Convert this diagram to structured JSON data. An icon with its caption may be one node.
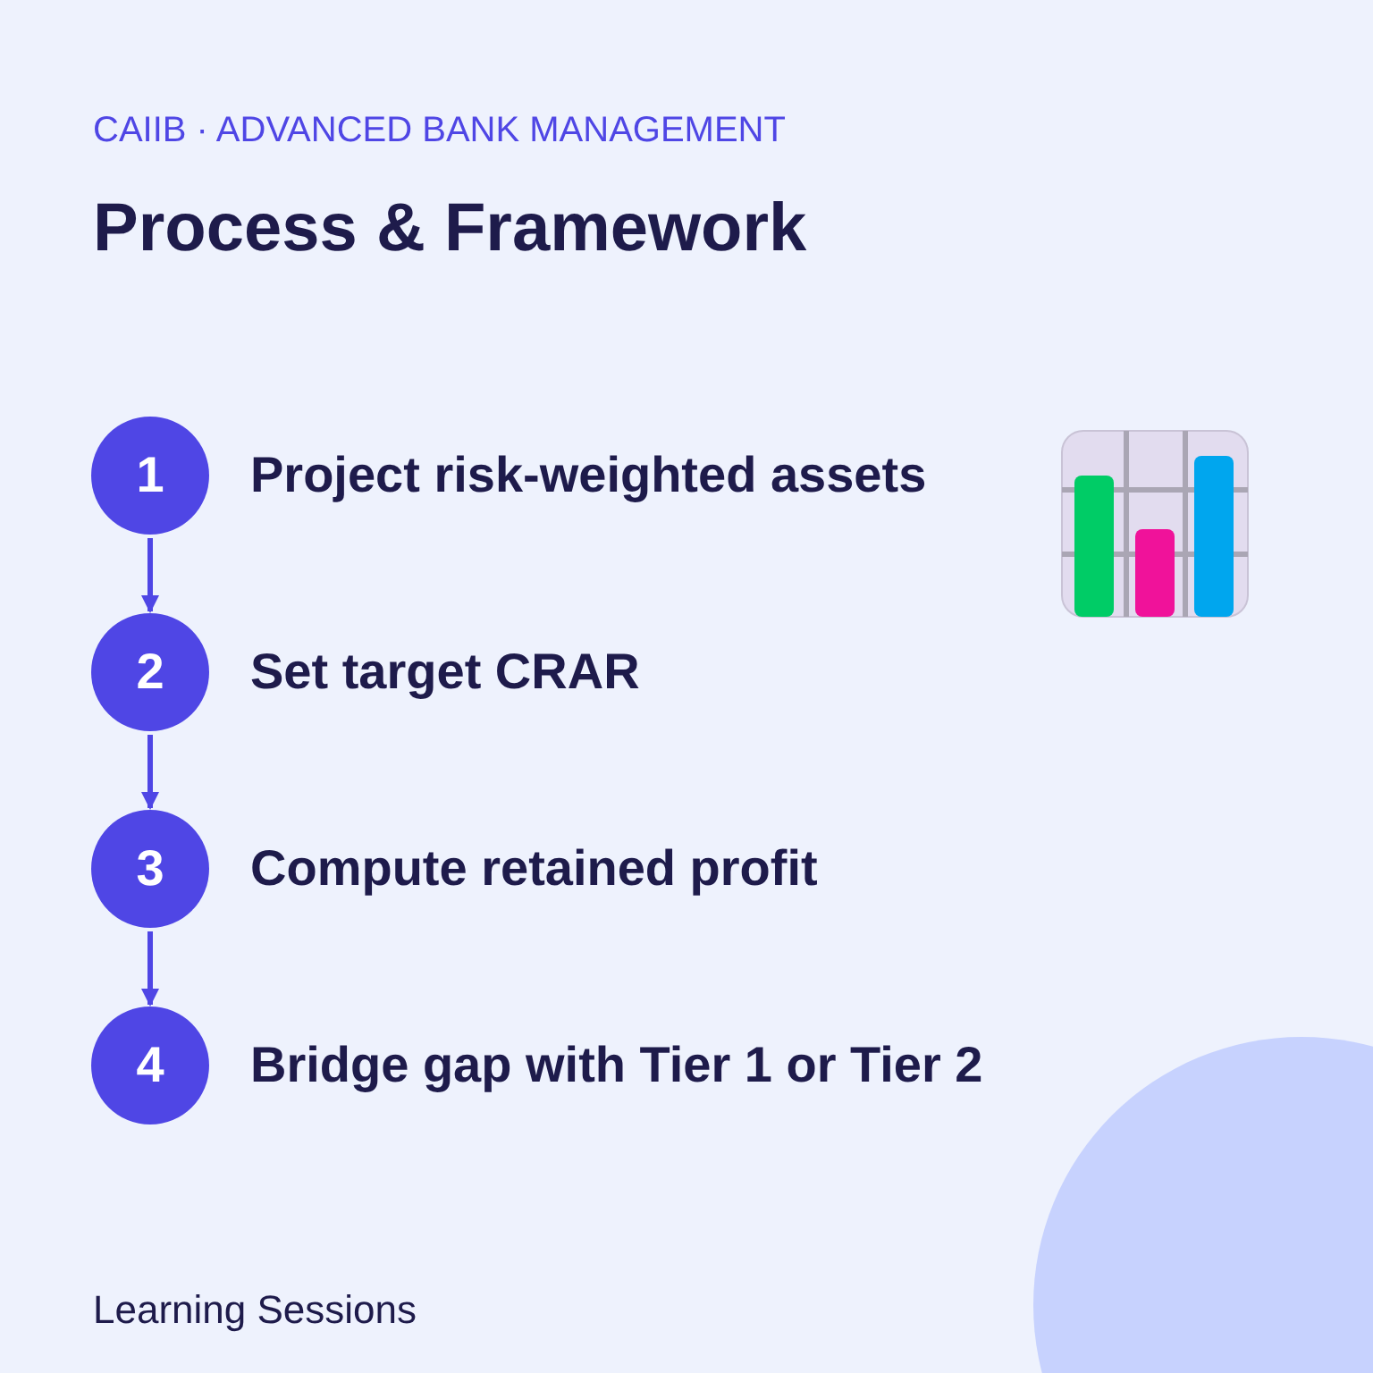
{
  "diagram": {
    "title": "Process & Framework",
    "nodes": [
      {
        "text": [
          "1"
        ],
        "beside": [
          "Project risk-weighted assets"
        ]
      },
      {
        "text": [
          "2"
        ],
        "beside": [
          "Set target CRAR"
        ]
      },
      {
        "text": [
          "3"
        ],
        "beside": [
          "Compute retained profit"
        ]
      },
      {
        "text": [
          "4"
        ],
        "beside": [
          "Bridge gap with Tier 1 or Tier 2"
        ]
      }
    ],
    "edges": [
      {
        "from": 0,
        "to": 1,
        "arrow": "to"
      },
      {
        "from": 1,
        "to": 2,
        "arrow": "to"
      },
      {
        "from": 2,
        "to": 3,
        "arrow": "to"
      }
    ],
    "labels": [
      "CAIIB · ADVANCED BANK MANAGEMENT",
      "Learning Sessions"
    ]
  }
}
